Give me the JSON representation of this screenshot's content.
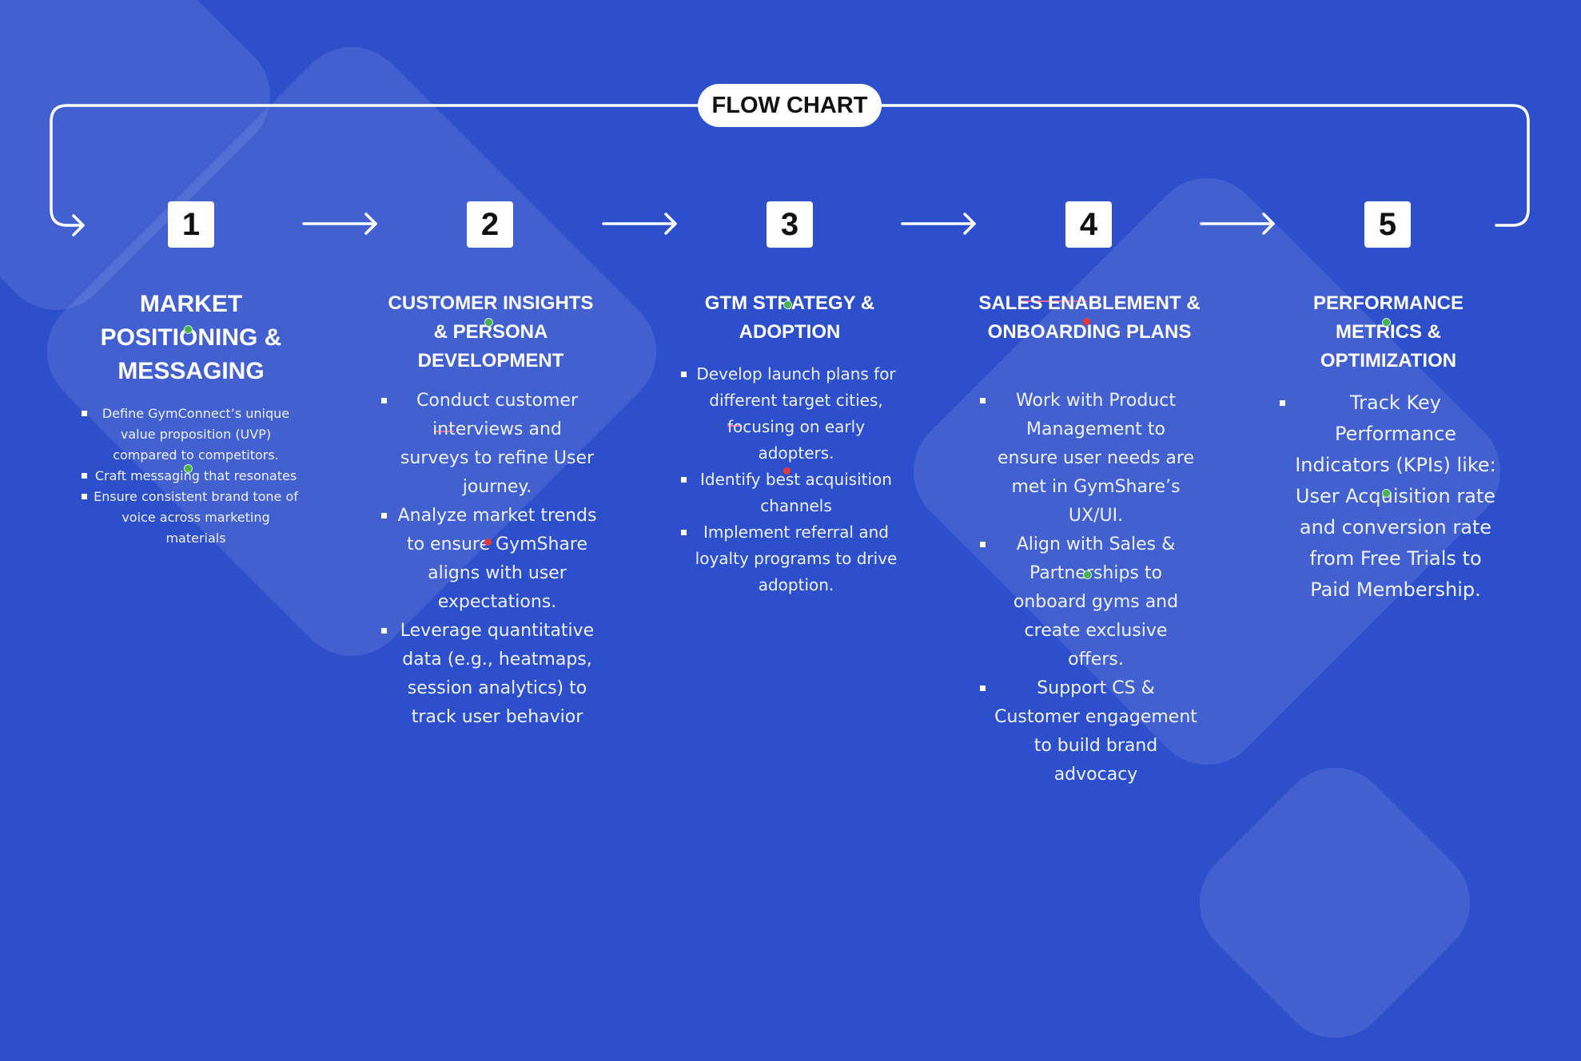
{
  "title": "FLOW CHART",
  "steps": [
    {
      "number": "1",
      "title": "MARKET POSITIONING & MESSAGING",
      "bullets": [
        "Define GymConnect’s unique value proposition (UVP) compared to competitors.",
        "Craft messaging that resonates",
        "Ensure consistent brand tone of voice across marketing materials"
      ]
    },
    {
      "number": "2",
      "title": "CUSTOMER INSIGHTS & PERSONA DEVELOPMENT",
      "bullets": [
        "Conduct customer interviews and surveys to refine User journey.",
        "Analyze market trends to ensure GymShare aligns with user expectations.",
        "Leverage quantitative data (e.g., heatmaps, session analytics) to track user behavior"
      ]
    },
    {
      "number": "3",
      "title": "GTM STRATEGY & ADOPTION",
      "bullets": [
        "Develop launch plans for different target cities, focusing on early adopters.",
        "Identify best acquisition channels",
        "Implement referral and loyalty programs to drive adoption."
      ]
    },
    {
      "number": "4",
      "title": "SALES ENABLEMENT & ONBOARDING PLANS",
      "bullets": [
        "Work with Product Management to ensure user needs are met in GymShare’s UX/UI.",
        "Align with Sales & Partnerships to onboard gyms and create exclusive offers.",
        "Support CS & Customer engagement to build brand advocacy"
      ]
    },
    {
      "number": "5",
      "title": "PERFORMANCE METRICS & OPTIMIZATION",
      "bullets": [
        "Track Key Performance Indicators (KPIs) like: User Acquisition rate and conversion rate from Free Trials to Paid Membership."
      ]
    }
  ],
  "colors": {
    "background": "#2d4fcb",
    "pill": "#ffffff",
    "text": "#ffffff"
  }
}
